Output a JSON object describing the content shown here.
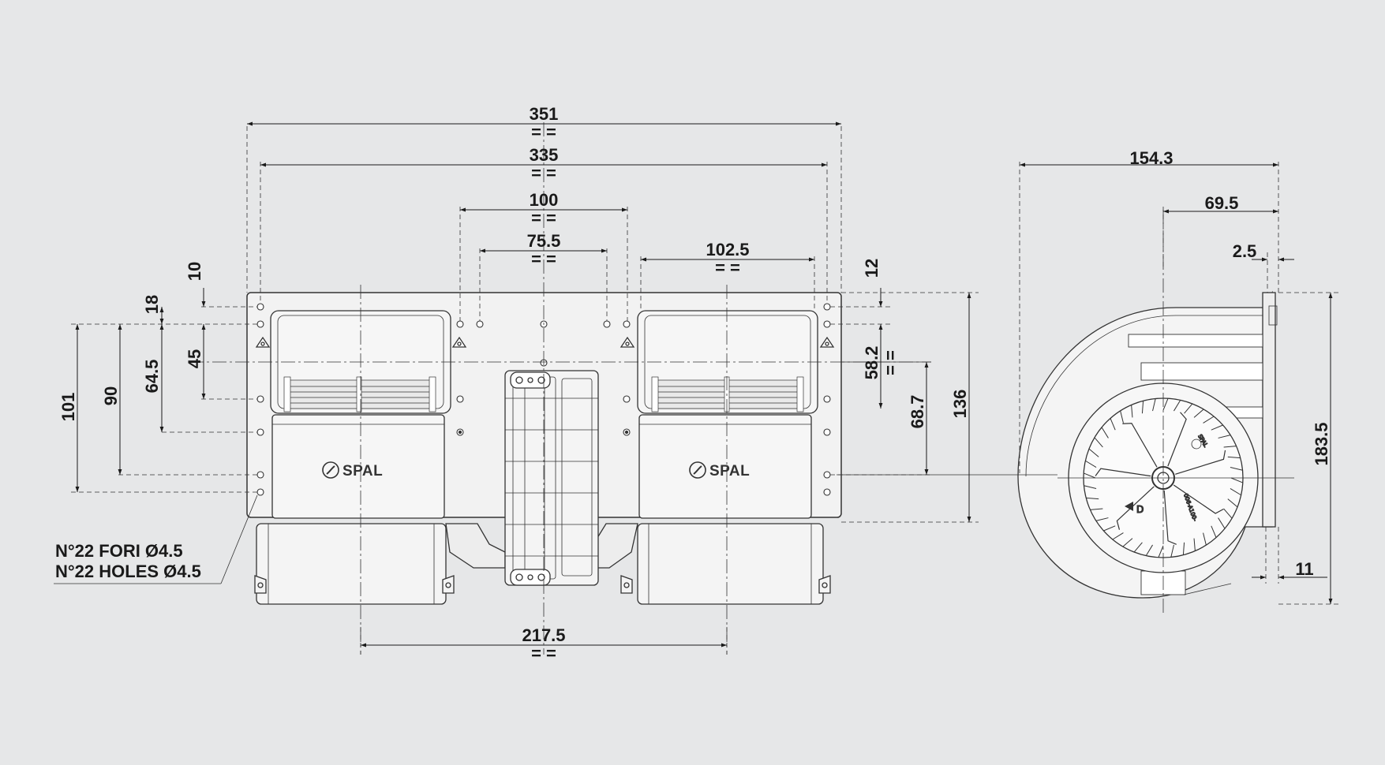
{
  "drawing": {
    "brand": "SPAL",
    "rotor_label": "D",
    "rotor_code": "006-A100-"
  },
  "dimensions": {
    "w351": "351",
    "w335": "335",
    "w100": "100",
    "w75_5": "75.5",
    "w102_5": "102.5",
    "w217_5": "217.5",
    "w154_3": "154.3",
    "w69_5": "69.5",
    "w2_5": "2.5",
    "w11": "11",
    "h10": "10",
    "h18": "18",
    "h45": "45",
    "h64_5": "64.5",
    "h90": "90",
    "h101": "101",
    "h12": "12",
    "h58_2": "58.2",
    "h68_7": "68.7",
    "h136": "136",
    "h183_5": "183.5",
    "eq": "= ="
  },
  "notes": {
    "holes_it": "N°22 FORI Ø4.5",
    "holes_en": "N°22 HOLES Ø4.5"
  }
}
